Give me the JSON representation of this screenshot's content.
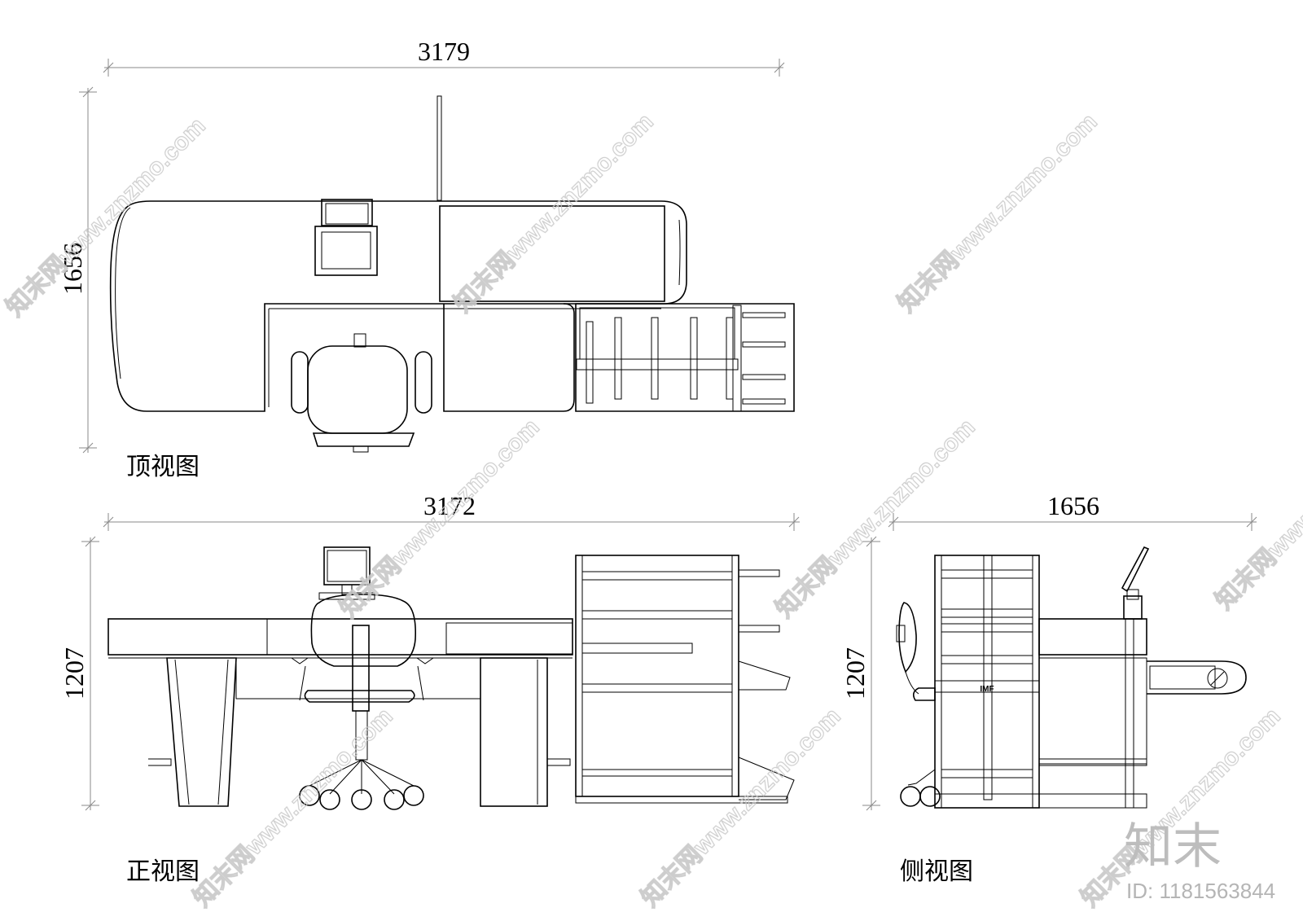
{
  "top_view": {
    "label": "顶视图",
    "width_dim": "3179",
    "depth_dim": "1656"
  },
  "front_view": {
    "label": "正视图",
    "width_dim": "3172",
    "height_dim": "1207"
  },
  "side_view": {
    "label": "侧视图",
    "width_dim": "1656",
    "height_dim": "1207",
    "brand_mark": "IMF"
  },
  "watermark": {
    "text": "知末网www.znzmo.com",
    "logo": "知末",
    "id_label": "ID: 1181563844"
  }
}
